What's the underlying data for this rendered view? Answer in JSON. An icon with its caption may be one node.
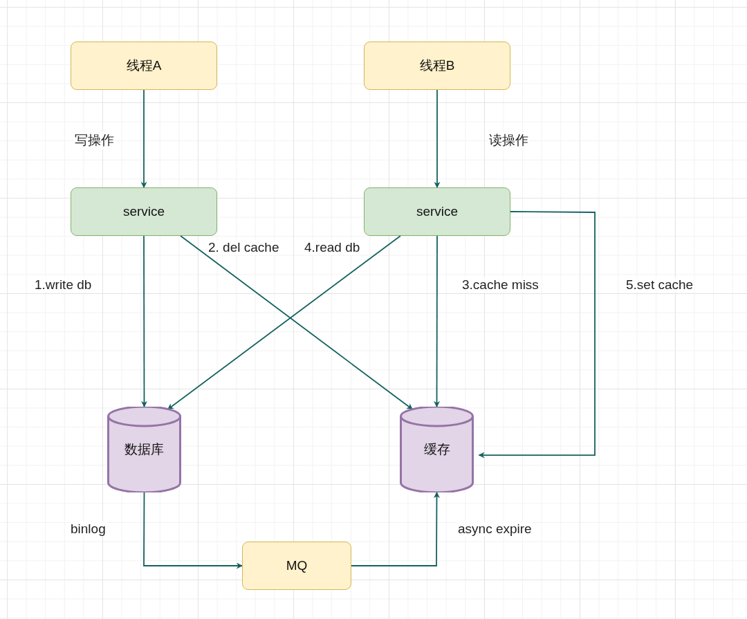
{
  "diagram": {
    "nodes": [
      {
        "text": [
          "线程A"
        ]
      },
      {
        "text": [
          "线程B"
        ]
      },
      {
        "text": [
          "service"
        ]
      },
      {
        "text": [
          "service"
        ]
      },
      {
        "text": [
          "数据库"
        ]
      },
      {
        "text": [
          "缓存"
        ]
      },
      {
        "text": [
          "MQ"
        ]
      }
    ],
    "edges": [
      {
        "from": 0,
        "to": 2,
        "arrow": "to",
        "label": "写操作"
      },
      {
        "from": 1,
        "to": 3,
        "arrow": "to",
        "label": "读操作"
      },
      {
        "from": 2,
        "to": 4,
        "arrow": "to",
        "label": "1.write db"
      },
      {
        "from": 2,
        "to": 5,
        "arrow": "to",
        "label": "2. del cache"
      },
      {
        "from": 3,
        "to": 4,
        "arrow": "to",
        "label": "4.read db"
      },
      {
        "from": 3,
        "to": 5,
        "arrow": "to",
        "label": "3.cache miss"
      },
      {
        "from": 3,
        "to": 5,
        "arrow": "to",
        "label": "5.set cache"
      },
      {
        "from": 4,
        "to": 6,
        "arrow": "to",
        "label": "binlog"
      },
      {
        "from": 6,
        "to": 5,
        "arrow": "to",
        "label": "async expire"
      }
    ]
  }
}
